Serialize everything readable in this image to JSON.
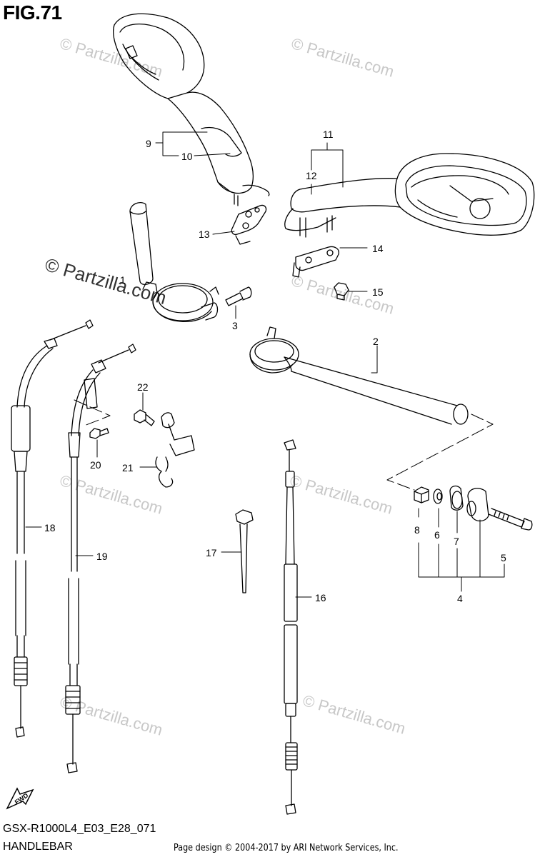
{
  "figure": {
    "title": "FIG.71",
    "model_code": "GSX-R1000L4_E03_E28_071",
    "section": "HANDLEBAR",
    "credit": "Page design © 2004-2017 by ARI Network Services, Inc."
  },
  "watermark": {
    "text": "© Partzilla.com"
  },
  "fwd_label": "FWD",
  "callouts": [
    "1",
    "2",
    "3",
    "4",
    "5",
    "6",
    "7",
    "8",
    "9",
    "10",
    "11",
    "12",
    "13",
    "14",
    "15",
    "16",
    "17",
    "18",
    "19",
    "20",
    "21",
    "22"
  ]
}
